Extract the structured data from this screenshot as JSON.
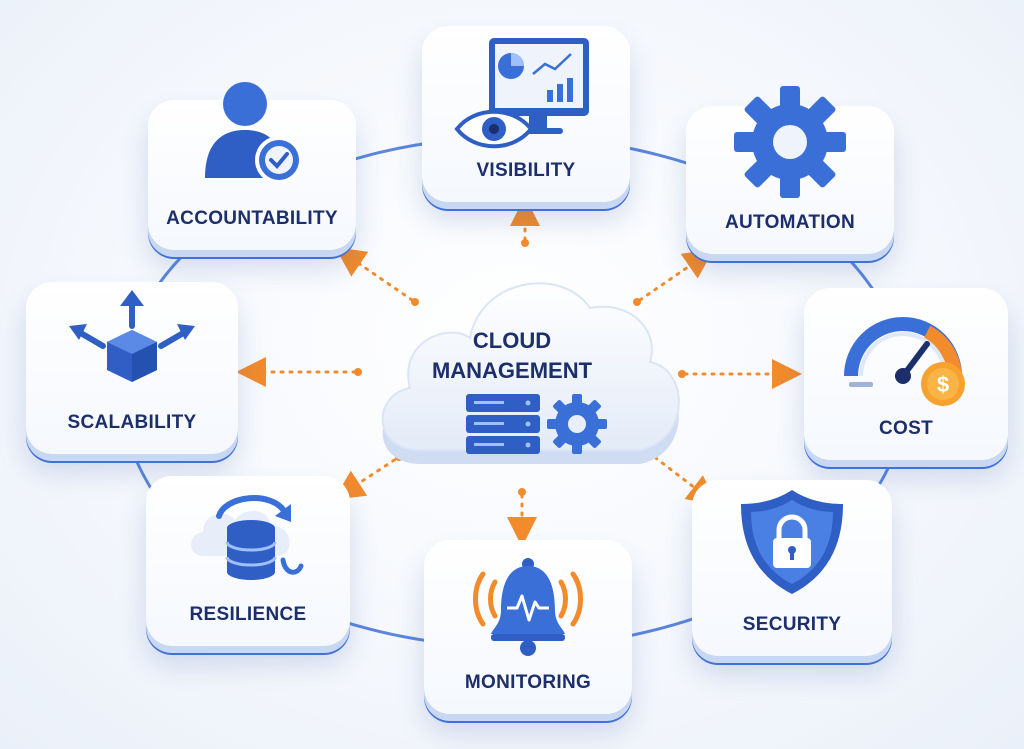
{
  "center": {
    "line1": "CLOUD",
    "line2": "MANAGEMENT"
  },
  "nodes": {
    "visibility": "VISIBILITY",
    "accountability": "ACCOUNTABILITY",
    "automation": "AUTOMATION",
    "scalability": "SCALABILITY",
    "cost": "COST",
    "resilience": "RESILIENCE",
    "monitoring": "MONITORING",
    "security": "SECURITY"
  },
  "colors": {
    "primary_blue": "#3b6fd8",
    "dark_blue": "#1c2f6b",
    "accent_orange": "#f28b2c"
  },
  "icons": {
    "visibility": "monitor-eye-icon",
    "accountability": "user-check-icon",
    "automation": "gear-icon",
    "scalability": "cube-arrows-icon",
    "cost": "gauge-dollar-icon",
    "resilience": "database-sync-icon",
    "monitoring": "bell-pulse-icon",
    "security": "shield-lock-icon",
    "center": "server-gear-icon"
  }
}
